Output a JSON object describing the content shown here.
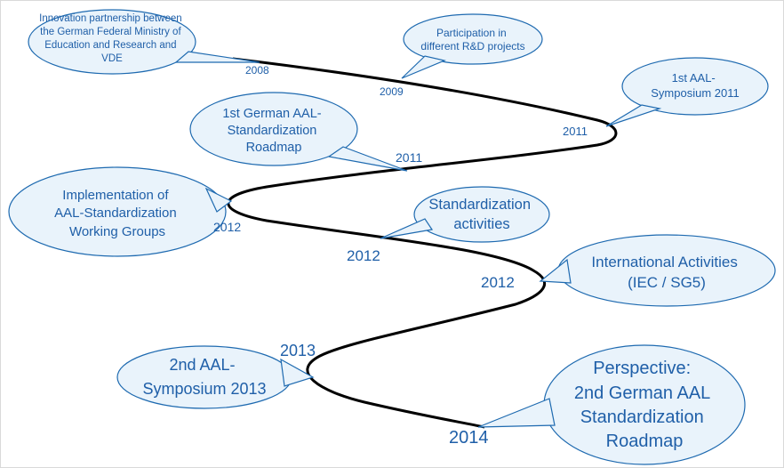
{
  "colors": {
    "text": "#1f5fa8",
    "bubble_fill": "#e9f3fb",
    "bubble_stroke": "#1e6ab0",
    "timeline": "#000000"
  },
  "bubbles": [
    {
      "id": "innovation-partnership",
      "lines": [
        "Innovation partnership between",
        "the German Federal Ministry of",
        "Education and Research and",
        "VDE"
      ]
    },
    {
      "id": "rd-projects",
      "lines": [
        "Participation in",
        "different R&D projects"
      ]
    },
    {
      "id": "aal-symposium-2011",
      "lines": [
        "1st AAL-",
        "Symposium 2011"
      ]
    },
    {
      "id": "standardization-roadmap-1",
      "lines": [
        "1st German AAL-",
        "Standardization",
        "Roadmap"
      ]
    },
    {
      "id": "working-groups",
      "lines": [
        "Implementation  of",
        "AAL-Standardization",
        "Working Groups"
      ]
    },
    {
      "id": "standardization-activities",
      "lines": [
        "Standardization",
        "activities"
      ]
    },
    {
      "id": "international-activities",
      "lines": [
        "International Activities",
        "(IEC / SG5)"
      ]
    },
    {
      "id": "aal-symposium-2013",
      "lines": [
        "2nd AAL-",
        "Symposium 2013"
      ]
    },
    {
      "id": "perspective-roadmap-2",
      "lines": [
        "Perspective:",
        "2nd German AAL",
        "Standardization",
        "Roadmap"
      ]
    }
  ],
  "years": [
    "2008",
    "2009",
    "2011",
    "2011",
    "2012",
    "2012",
    "2012",
    "2013",
    "2014"
  ]
}
